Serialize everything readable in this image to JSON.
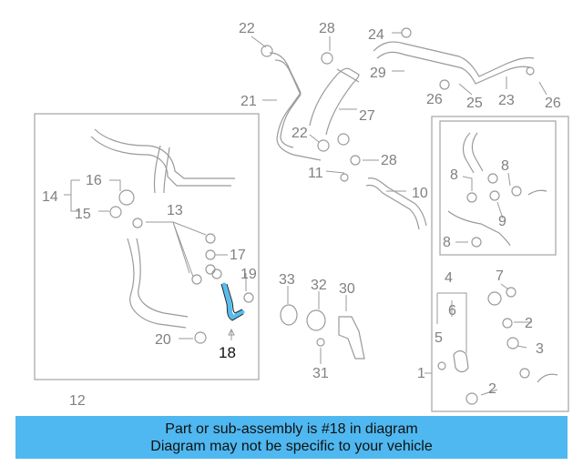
{
  "diagram": {
    "highlight_color": "#55bdf0",
    "callouts": [
      {
        "id": "c22a",
        "text": "22"
      },
      {
        "id": "c28a",
        "text": "28"
      },
      {
        "id": "c24",
        "text": "24"
      },
      {
        "id": "c29",
        "text": "29"
      },
      {
        "id": "c26a",
        "text": "26"
      },
      {
        "id": "c25",
        "text": "25"
      },
      {
        "id": "c23",
        "text": "23"
      },
      {
        "id": "c26b",
        "text": "26"
      },
      {
        "id": "c21",
        "text": "21"
      },
      {
        "id": "c27",
        "text": "27"
      },
      {
        "id": "c22b",
        "text": "22"
      },
      {
        "id": "c28b",
        "text": "28"
      },
      {
        "id": "c11",
        "text": "11"
      },
      {
        "id": "c10",
        "text": "10"
      },
      {
        "id": "c16",
        "text": "16"
      },
      {
        "id": "c14",
        "text": "14"
      },
      {
        "id": "c15",
        "text": "15"
      },
      {
        "id": "c13",
        "text": "13"
      },
      {
        "id": "c17",
        "text": "17"
      },
      {
        "id": "c19",
        "text": "19"
      },
      {
        "id": "c20",
        "text": "20"
      },
      {
        "id": "c12",
        "text": "12"
      },
      {
        "id": "c33",
        "text": "33"
      },
      {
        "id": "c32",
        "text": "32"
      },
      {
        "id": "c30",
        "text": "30"
      },
      {
        "id": "c31",
        "text": "31"
      },
      {
        "id": "c8a",
        "text": "8"
      },
      {
        "id": "c8b",
        "text": "8"
      },
      {
        "id": "c9",
        "text": "9"
      },
      {
        "id": "c8c",
        "text": "8"
      },
      {
        "id": "c4",
        "text": "4"
      },
      {
        "id": "c7",
        "text": "7"
      },
      {
        "id": "c6",
        "text": "6"
      },
      {
        "id": "c2a",
        "text": "2"
      },
      {
        "id": "c5",
        "text": "5"
      },
      {
        "id": "c3",
        "text": "3"
      },
      {
        "id": "c1",
        "text": "1"
      },
      {
        "id": "c2b",
        "text": "2"
      }
    ],
    "highlighted_label": "18"
  },
  "banner": {
    "line1": "Part or sub-assembly is #18 in diagram",
    "line2": "Diagram may not be specific to your vehicle",
    "color": "#4fb8f0"
  }
}
